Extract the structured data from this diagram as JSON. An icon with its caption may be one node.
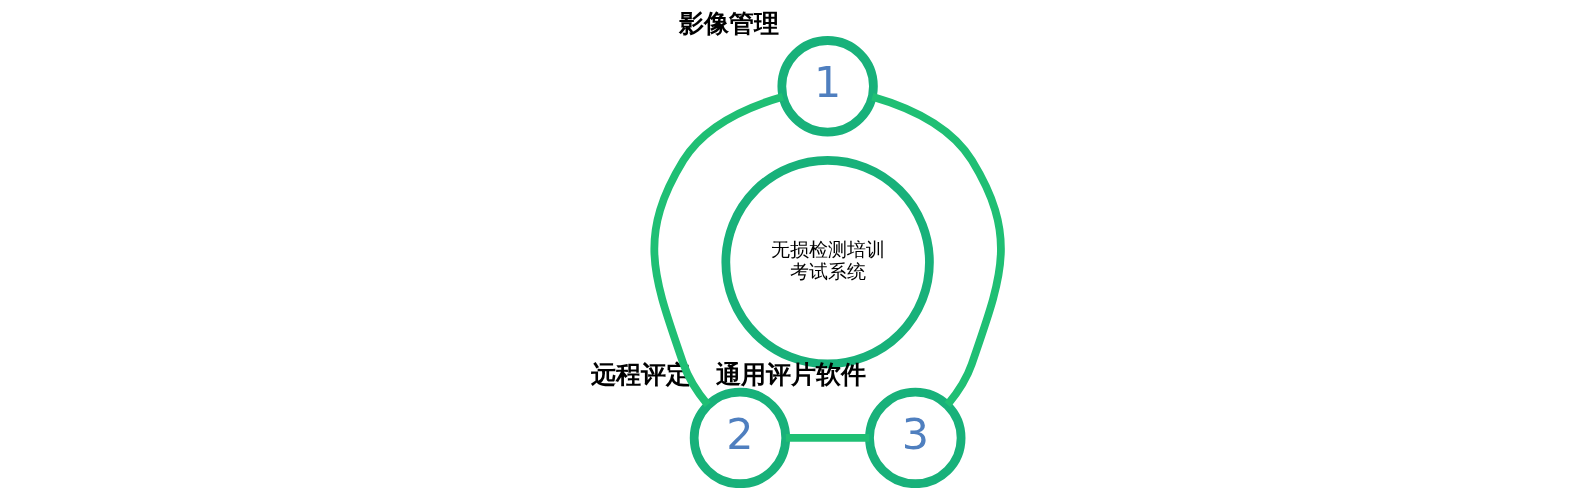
{
  "diagram": {
    "nodes": [
      {
        "text": [
          "1"
        ],
        "beside": [
          "影像管理"
        ]
      },
      {
        "text": [
          "无损检测培训考试系统"
        ]
      },
      {
        "text": [
          "2"
        ],
        "beside": [
          "远程评定"
        ]
      },
      {
        "text": [
          "3"
        ],
        "beside": [
          "通用评片软件"
        ]
      }
    ],
    "edges": [
      {
        "from": 0,
        "to": 2,
        "arrow": "none"
      },
      {
        "from": 0,
        "to": 3,
        "arrow": "none"
      },
      {
        "from": 2,
        "to": 3,
        "arrow": "none"
      }
    ]
  }
}
